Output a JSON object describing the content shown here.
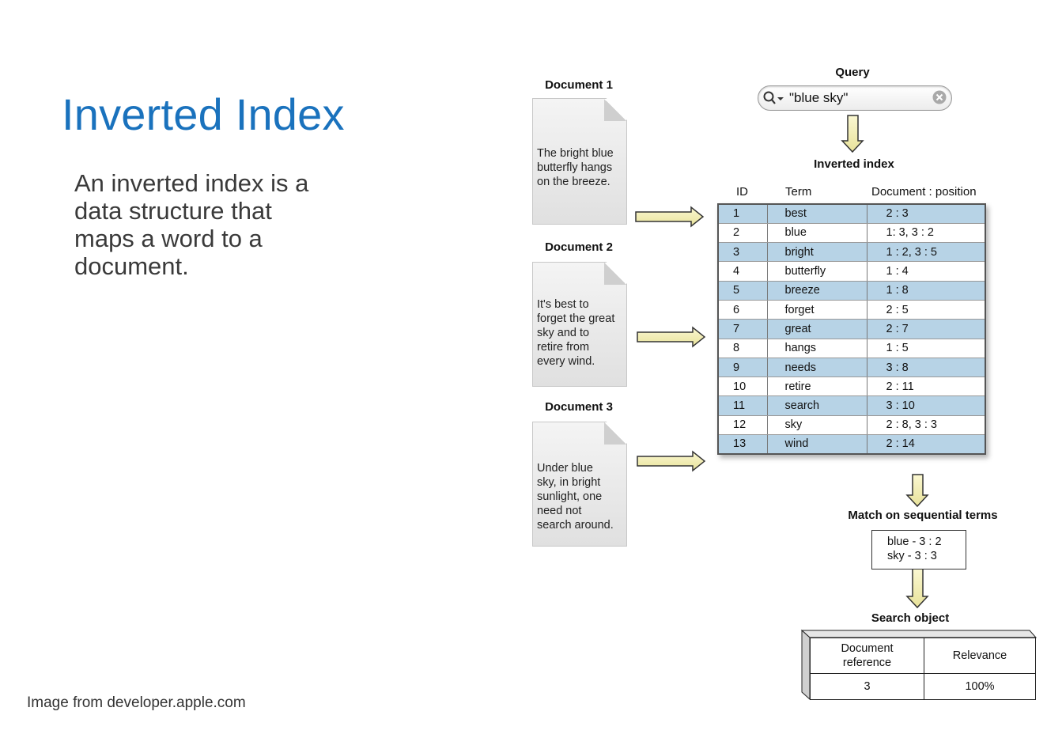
{
  "slide": {
    "title": "Inverted Index",
    "description": "An inverted index is a data structure that maps a word to a document.",
    "credit": "Image from developer.apple.com"
  },
  "documents": [
    {
      "label": "Document 1",
      "text": "The bright blue\nbutterfly hangs\non the breeze."
    },
    {
      "label": "Document 2",
      "text": "It's best to\nforget the great\nsky and to\nretire from\nevery wind."
    },
    {
      "label": "Document 3",
      "text": "Under blue\nsky, in bright\nsunlight, one\nneed not\nsearch around."
    }
  ],
  "query": {
    "label": "Query",
    "value": "\"blue sky\""
  },
  "index": {
    "label": "Inverted index",
    "headers": {
      "id": "ID",
      "term": "Term",
      "doc": "Document : position"
    },
    "rows": [
      {
        "id": "1",
        "term": "best",
        "doc": "2 : 3"
      },
      {
        "id": "2",
        "term": "blue",
        "doc": "1: 3, 3 : 2"
      },
      {
        "id": "3",
        "term": "bright",
        "doc": "1 : 2, 3 : 5"
      },
      {
        "id": "4",
        "term": "butterfly",
        "doc": "1 : 4"
      },
      {
        "id": "5",
        "term": "breeze",
        "doc": "1 : 8"
      },
      {
        "id": "6",
        "term": "forget",
        "doc": "2 : 5"
      },
      {
        "id": "7",
        "term": "great",
        "doc": "2 : 7"
      },
      {
        "id": "8",
        "term": "hangs",
        "doc": "1 : 5"
      },
      {
        "id": "9",
        "term": "needs",
        "doc": "3 : 8"
      },
      {
        "id": "10",
        "term": "retire",
        "doc": "2 : 11"
      },
      {
        "id": "11",
        "term": "search",
        "doc": "3 : 10"
      },
      {
        "id": "12",
        "term": "sky",
        "doc": "2 : 8, 3 : 3"
      },
      {
        "id": "13",
        "term": "wind",
        "doc": "2 : 14"
      }
    ]
  },
  "match": {
    "label": "Match on sequential terms",
    "line1": "blue - 3 : 2",
    "line2": "sky -  3 : 3"
  },
  "search_object": {
    "label": "Search object",
    "col1_header": "Document\nreference",
    "col2_header": "Relevance",
    "col1_value": "3",
    "col2_value": "100%"
  },
  "colors": {
    "title": "#1a72bd",
    "row_highlight": "#b7d3e6",
    "arrow_fill": "#f4f0b0"
  }
}
